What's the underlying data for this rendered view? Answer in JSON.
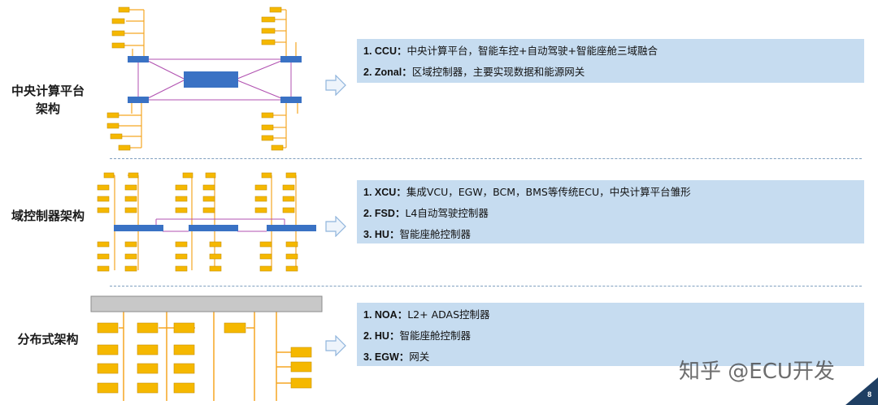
{
  "sections": [
    {
      "label_line1": "中央计算平台",
      "label_line2": "架构",
      "lines": [
        {
          "key": "1. CCU",
          "sep": "：",
          "text": "中央计算平台，智能车控+自动驾驶+智能座舱三域融合"
        },
        {
          "key": "2. Zonal",
          "sep": "：",
          "text": "区域控制器，主要实现数据和能源网关"
        }
      ]
    },
    {
      "label_line1": "域控制器架构",
      "label_line2": "",
      "lines": [
        {
          "key": "1. XCU",
          "sep": "：",
          "text": "集成VCU，EGW，BCM，BMS等传统ECU，中央计算平台雏形"
        },
        {
          "key": "2. FSD",
          "sep": "：",
          "text": "L4自动驾驶控制器"
        },
        {
          "key": "3. HU",
          "sep": "：",
          "text": "智能座舱控制器"
        }
      ]
    },
    {
      "label_line1": "分布式架构",
      "label_line2": "",
      "lines": [
        {
          "key": "1. NOA",
          "sep": "：",
          "text": "L2+ ADAS控制器"
        },
        {
          "key": "2. HU",
          "sep": "：",
          "text": "智能座舱控制器"
        },
        {
          "key": "3. EGW",
          "sep": "：",
          "text": "网关"
        }
      ]
    }
  ],
  "watermark": "知乎 @ECU开发",
  "page_number": "8",
  "colors": {
    "ecu_fill": "#f5b800",
    "wire": "#f5a623",
    "bus": "#3a72c4",
    "link": "#b050b0",
    "panel": "#c6dcf0",
    "divider": "#7f9fbf",
    "arrow": "#8fb4dc"
  }
}
